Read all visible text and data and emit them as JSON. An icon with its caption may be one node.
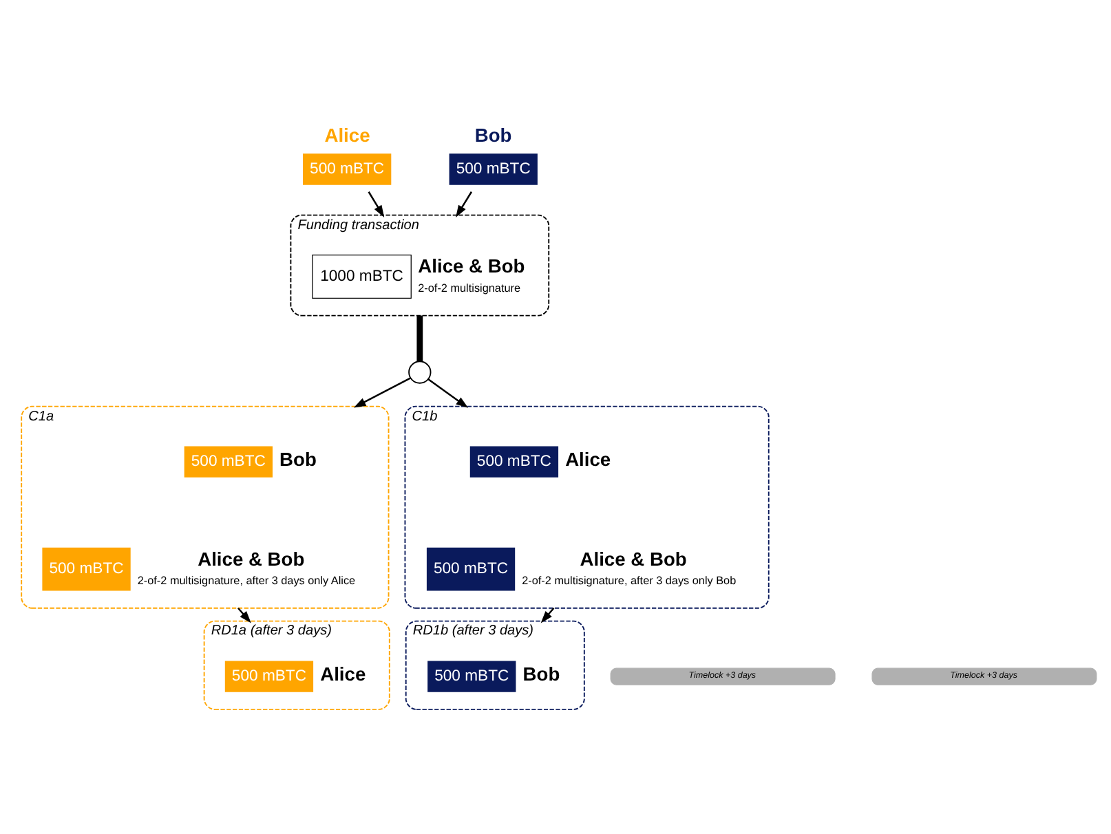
{
  "diagram": {
    "nodes": [
      {
        "text": [
          "Alice",
          "500 mBTC"
        ]
      },
      {
        "text": [
          "Bob",
          "500 mBTC"
        ]
      },
      {
        "text": [
          "Funding transaction"
        ]
      },
      {
        "text": [
          "1000 mBTC"
        ],
        "in": 2,
        "beside": [
          "Alice & Bob",
          "2-of-2 multisignature"
        ]
      },
      {
        "text": [],
        "shape": "circle"
      },
      {
        "text": [
          "C1a"
        ]
      },
      {
        "text": [
          "500 mBTC"
        ],
        "in": 5,
        "beside": [
          "Bob"
        ]
      },
      {
        "text": [
          "500 mBTC"
        ],
        "in": 5,
        "beside": [
          "Alice & Bob",
          "2-of-2 multisignature, after 3 days only Alice"
        ]
      },
      {
        "text": [
          "RD1a (after 3 days)"
        ]
      },
      {
        "text": [
          "500 mBTC"
        ],
        "in": 8,
        "beside": [
          "Alice"
        ]
      },
      {
        "text": [
          "Timelock +3 days"
        ]
      },
      {
        "text": [
          "C1b"
        ]
      },
      {
        "text": [
          "500 mBTC"
        ],
        "in": 11,
        "beside": [
          "Alice"
        ]
      },
      {
        "text": [
          "500 mBTC"
        ],
        "in": 11,
        "beside": [
          "Alice & Bob",
          "2-of-2 multisignature, after 3 days only Bob"
        ]
      },
      {
        "text": [
          "RD1b (after 3 days)"
        ]
      },
      {
        "text": [
          "500 mBTC"
        ],
        "in": 14,
        "beside": [
          "Bob"
        ]
      },
      {
        "text": [
          "Timelock +3 days"
        ]
      }
    ],
    "edges": [
      {
        "from": 0,
        "to": 2,
        "arrow": "to"
      },
      {
        "from": 1,
        "to": 2,
        "arrow": "to"
      },
      {
        "from": 2,
        "to": 4,
        "arrow": "none",
        "style": "thick"
      },
      {
        "from": 4,
        "to": 5,
        "arrow": "to"
      },
      {
        "from": 4,
        "to": 11,
        "arrow": "to"
      },
      {
        "from": 5,
        "to": 8,
        "arrow": "to"
      },
      {
        "from": 11,
        "to": 14,
        "arrow": "to"
      }
    ]
  }
}
